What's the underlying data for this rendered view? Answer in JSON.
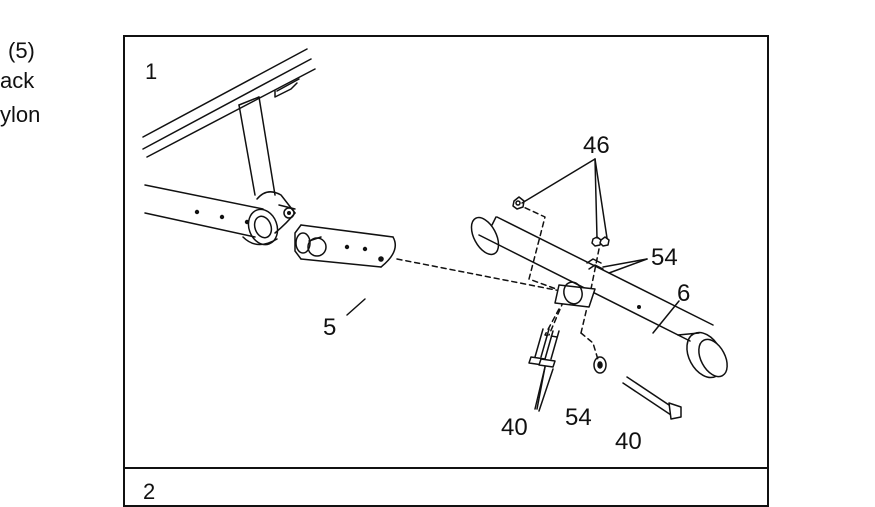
{
  "side_text": {
    "line1": "(5)",
    "line2": "ack",
    "line3": "ylon"
  },
  "step1": {
    "number": "1",
    "callouts": {
      "nut_46": "46",
      "washer_54_top": "54",
      "tube_6": "6",
      "leg_5": "5",
      "bolts_40_left": "40",
      "washer_54_bottom": "54",
      "bolt_40_right": "40"
    }
  },
  "step2": {
    "number": "2"
  },
  "colors": {
    "line": "#111111",
    "paper": "#ffffff",
    "shade": "#d9d9d9"
  }
}
